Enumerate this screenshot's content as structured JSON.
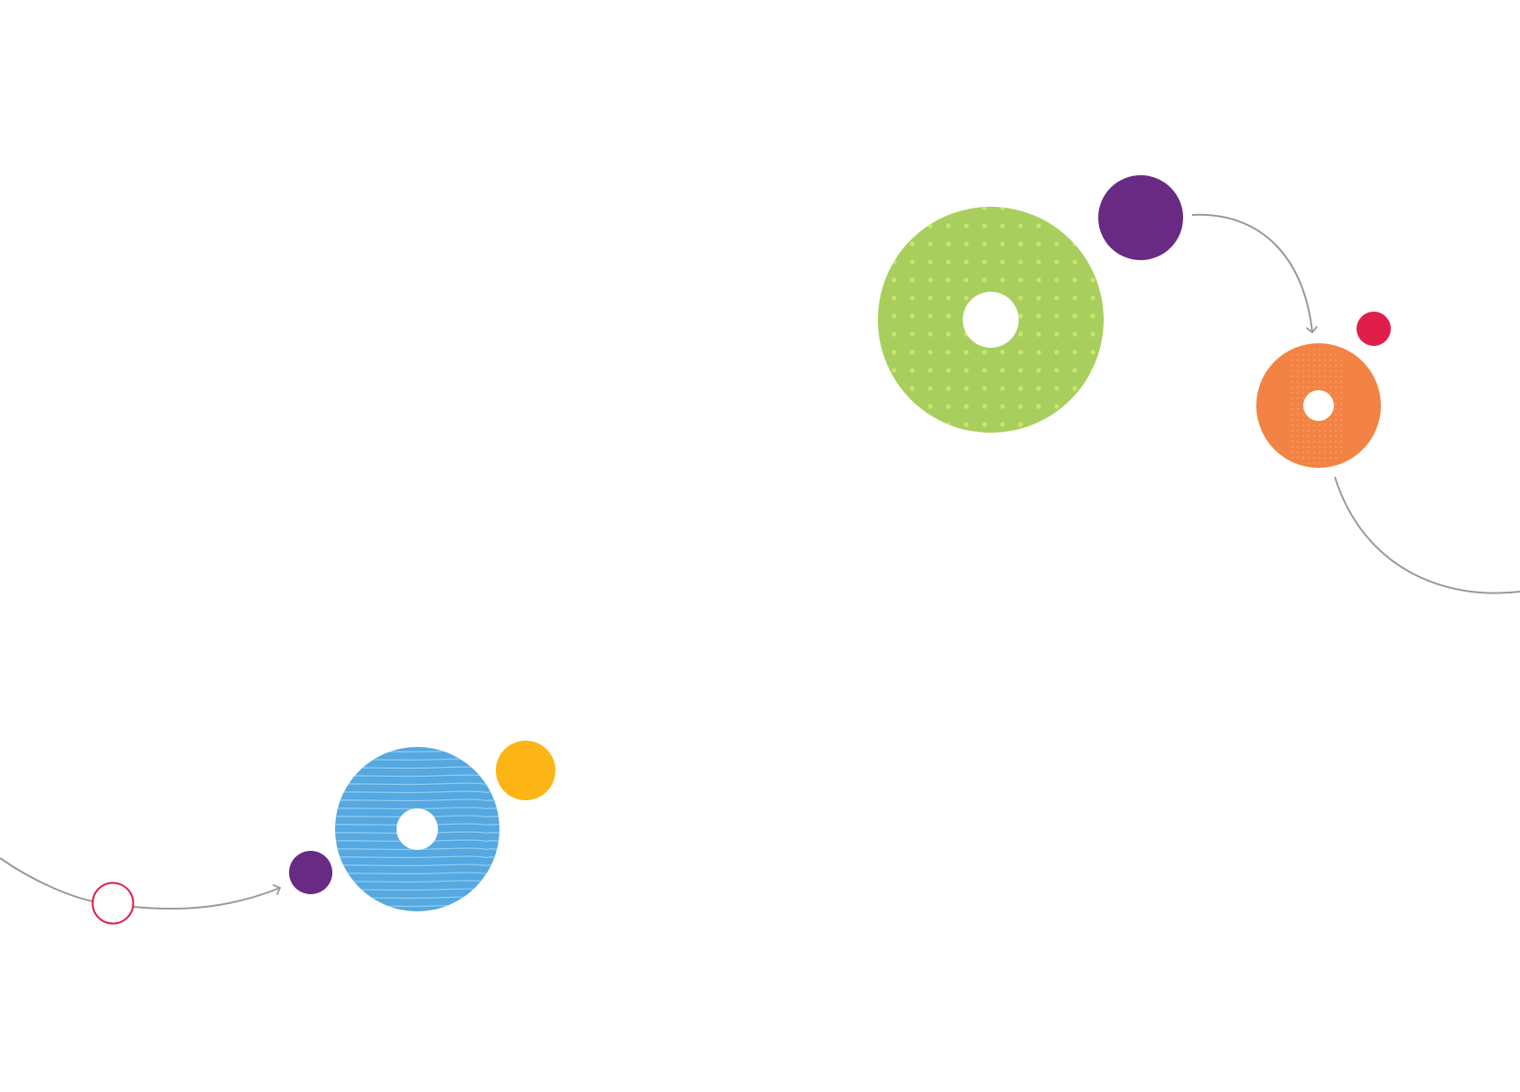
{
  "colors": {
    "background": "#ffffff",
    "green": "#a8cf5e",
    "green_dots": "#cfe36a",
    "purple": "#682a82",
    "orange": "#f38344",
    "orange_dots": "#f7a56a",
    "red": "#e01e4c",
    "blue": "#55a8e0",
    "blue_lines": "#8ecbf0",
    "yellow": "#fdb515",
    "connector": "#999999"
  },
  "shapes": {
    "green_ring": {
      "fill": "green",
      "pattern": "dots"
    },
    "purple_circle_top": {
      "fill": "purple"
    },
    "orange_ring": {
      "fill": "orange",
      "pattern": "halftone"
    },
    "red_dot": {
      "fill": "red"
    },
    "blue_ring": {
      "fill": "blue",
      "pattern": "lines"
    },
    "yellow_circle": {
      "fill": "yellow"
    },
    "purple_circle_bottom": {
      "fill": "purple"
    },
    "red_ring_outline": {
      "stroke": "red"
    }
  }
}
